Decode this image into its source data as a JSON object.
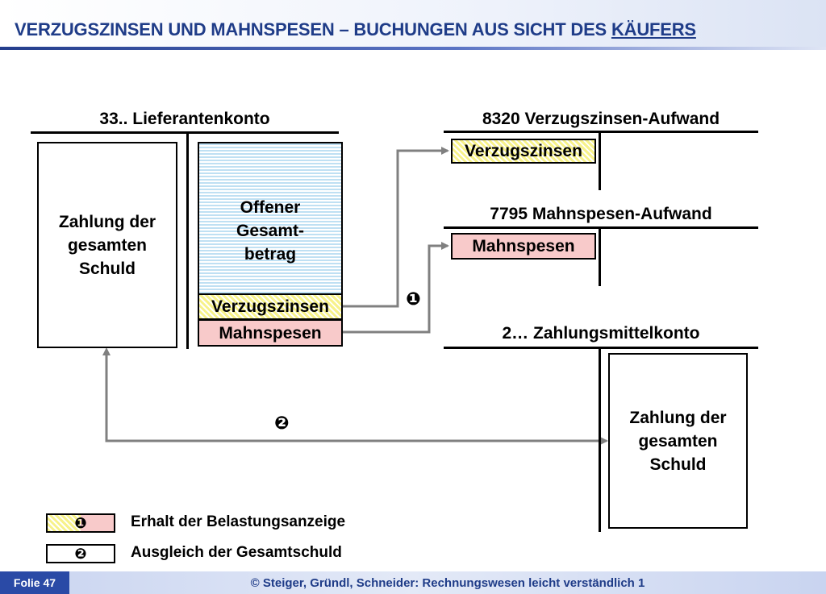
{
  "header": {
    "title_main": "VERZUGSZINSEN UND MAHNSPESEN – BUCHUNGEN  AUS SICHT DES ",
    "title_underlined": "KÄUFERS"
  },
  "accounts": {
    "supplier": {
      "title": "33.. Lieferantenkonto",
      "debit_line1": "Zahlung der",
      "debit_line2": "gesamten",
      "debit_line3": "Schuld",
      "credit_line1": "Offener",
      "credit_line2": "Gesamt-",
      "credit_line3": "betrag",
      "credit_interest": "Verzugszinsen",
      "credit_fees": "Mahnspesen"
    },
    "interest_expense": {
      "title": "8320 Verzugszinsen-Aufwand",
      "debit": "Verzugszinsen"
    },
    "dunning_expense": {
      "title": "7795 Mahnspesen-Aufwand",
      "debit": "Mahnspesen"
    },
    "cash": {
      "title": "2… Zahlungsmittelkonto",
      "credit_line1": "Zahlung der",
      "credit_line2": "gesamten",
      "credit_line3": "Schuld"
    }
  },
  "markers": {
    "one": "❶",
    "two": "❷"
  },
  "legend": [
    {
      "symbol": "❶",
      "text": "Erhalt der Belastungsanzeige"
    },
    {
      "symbol": "❷",
      "text": "Ausgleich der Gesamtschuld"
    }
  ],
  "footer": {
    "slide": "Folie 47",
    "copyright": "© Steiger, Gründl, Schneider: Rechnungswesen leicht verständlich 1"
  },
  "colors": {
    "title": "#1f3c88",
    "arrow": "#808080",
    "pink": "#f8caca",
    "yellow": "#f7f28a",
    "blue_stripe": "#bfe0f3",
    "footer_tab": "#2a4aa6"
  }
}
